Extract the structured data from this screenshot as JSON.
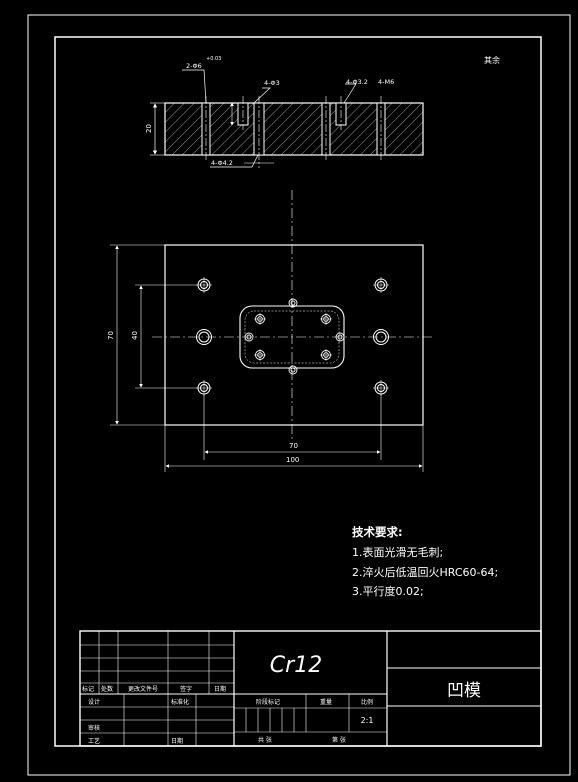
{
  "corner_note": "其余",
  "dimensions": {
    "top_holes_1": "2-Φ6",
    "top_tol": "+0.03",
    "top_holes_2": "4-Φ3",
    "top_holes_3": "4-Φ3.2",
    "top_thread": "4-M6",
    "bottom_holes": "4-Φ4.2",
    "thickness": "20",
    "height_overall": "70",
    "height_inner": "40",
    "width_inner": "70",
    "width_overall": "100"
  },
  "tech_requirements": {
    "heading": "技术要求:",
    "item1": "1.表面光滑无毛刺;",
    "item2": "2.淬火后低温回火HRC60-64;",
    "item3": "3.平行度0.02;"
  },
  "title_block": {
    "material": "Cr12",
    "part_name": "凹模",
    "scale": "2:1",
    "labels": {
      "mark": "标记",
      "count": "处数",
      "zone": "更改文件号",
      "sign": "签字",
      "date": "日期",
      "designer": "设计",
      "standard": "标准化",
      "review": "审核",
      "process": "工艺",
      "date2": "日期",
      "stage": "阶段标记",
      "weight": "重量",
      "ratio": "比例",
      "sheets": "共  张",
      "sheet": "第  张"
    }
  },
  "colors": {
    "background": "#000000",
    "lines": "#ffffff"
  }
}
